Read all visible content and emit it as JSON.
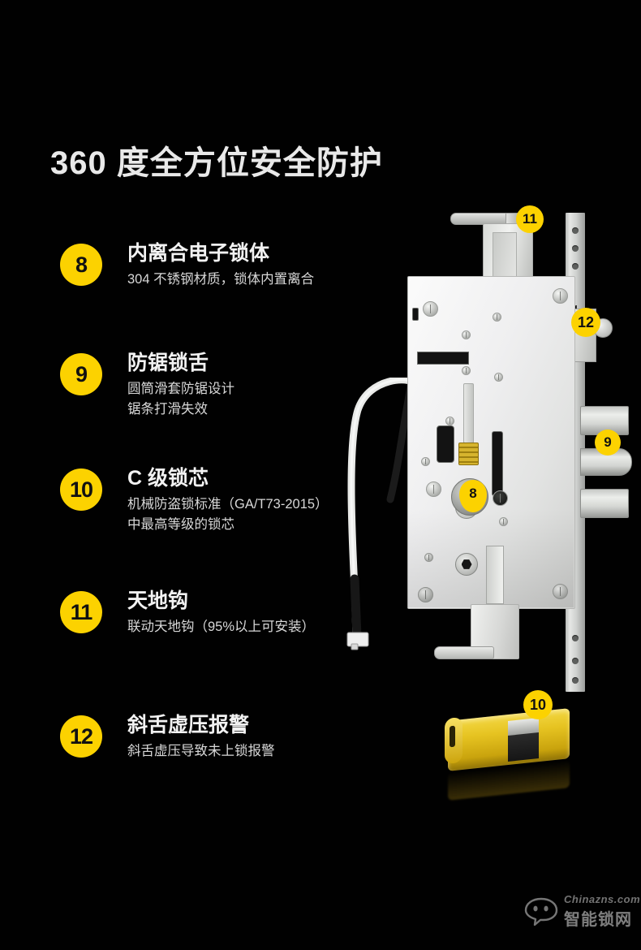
{
  "page": {
    "background_color": "#010101",
    "title": "360 度全方位安全防护"
  },
  "accent_color": "#FCD200",
  "text_color": "#F2F2F2",
  "features": [
    {
      "number": "8",
      "title": "内离合电子锁体",
      "desc_lines": [
        "304 不锈钢材质，锁体内置离合"
      ]
    },
    {
      "number": "9",
      "title": "防锯锁舌",
      "desc_lines": [
        "圆筒滑套防锯设计",
        "锯条打滑失效"
      ]
    },
    {
      "number": "10",
      "title": "C 级锁芯",
      "desc_lines": [
        "机械防盗锁标准（GA/T73-2015）",
        "中最高等级的锁芯"
      ]
    },
    {
      "number": "11",
      "title": "天地钩",
      "desc_lines": [
        "联动天地钩（95%以上可安装）"
      ]
    },
    {
      "number": "12",
      "title": "斜舌虚压报警",
      "desc_lines": [
        "斜舌虚压导致未上锁报警"
      ]
    }
  ],
  "callouts": [
    {
      "number": "11",
      "target": "top-hook-bracket"
    },
    {
      "number": "12",
      "target": "oblique-tongue-alarm-module"
    },
    {
      "number": "9",
      "target": "anti-saw-deadbolt"
    },
    {
      "number": "8",
      "target": "internal-clutch"
    },
    {
      "number": "10",
      "target": "brass-lock-cylinder"
    }
  ],
  "watermark": {
    "domain": "Chinazns.com",
    "name": "智能锁网"
  }
}
